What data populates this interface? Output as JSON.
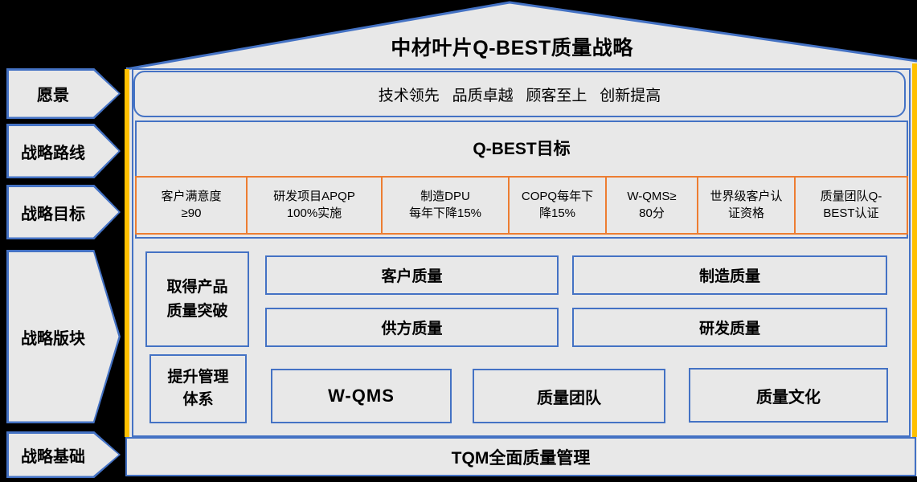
{
  "title": "中材叶片Q-BEST质量战略",
  "colors": {
    "border_blue": "#4472C4",
    "border_orange": "#ED7D31",
    "side_gold": "#FFC000",
    "panel_fill": "#E8E8E8",
    "background": "#000000",
    "text": "#000000"
  },
  "sidebar": {
    "items": [
      {
        "id": "vision",
        "label": "愿景"
      },
      {
        "id": "route",
        "label": "战略路线"
      },
      {
        "id": "targets",
        "label": "战略目标"
      },
      {
        "id": "sections",
        "label": "战略版块"
      },
      {
        "id": "foundation",
        "label": "战略基础"
      }
    ]
  },
  "vision": {
    "text": "技术领先   品质卓越   顾客至上   创新提高"
  },
  "goals": {
    "title": "Q-BEST目标",
    "items": [
      {
        "label": "客户满意度\n≥90"
      },
      {
        "label": "研发项目APQP\n100%实施"
      },
      {
        "label": "制造DPU\n每年下降15%"
      },
      {
        "label": "COPQ每年下\n降15%"
      },
      {
        "label": "W-QMS≥\n80分"
      },
      {
        "label": "世界级客户认\n证资格"
      },
      {
        "label": "质量团队Q-\nBEST认证"
      }
    ]
  },
  "blocks": {
    "breakthrough": "取得产品\n质量突破",
    "customer": "客户质量",
    "manufacturing": "制造质量",
    "supplier": "供方质量",
    "rd": "研发质量",
    "management": "提升管理\n体系",
    "wqms": "W-QMS",
    "team": "质量团队",
    "culture": "质量文化"
  },
  "foundation": {
    "label": "TQM全面质量管理"
  }
}
